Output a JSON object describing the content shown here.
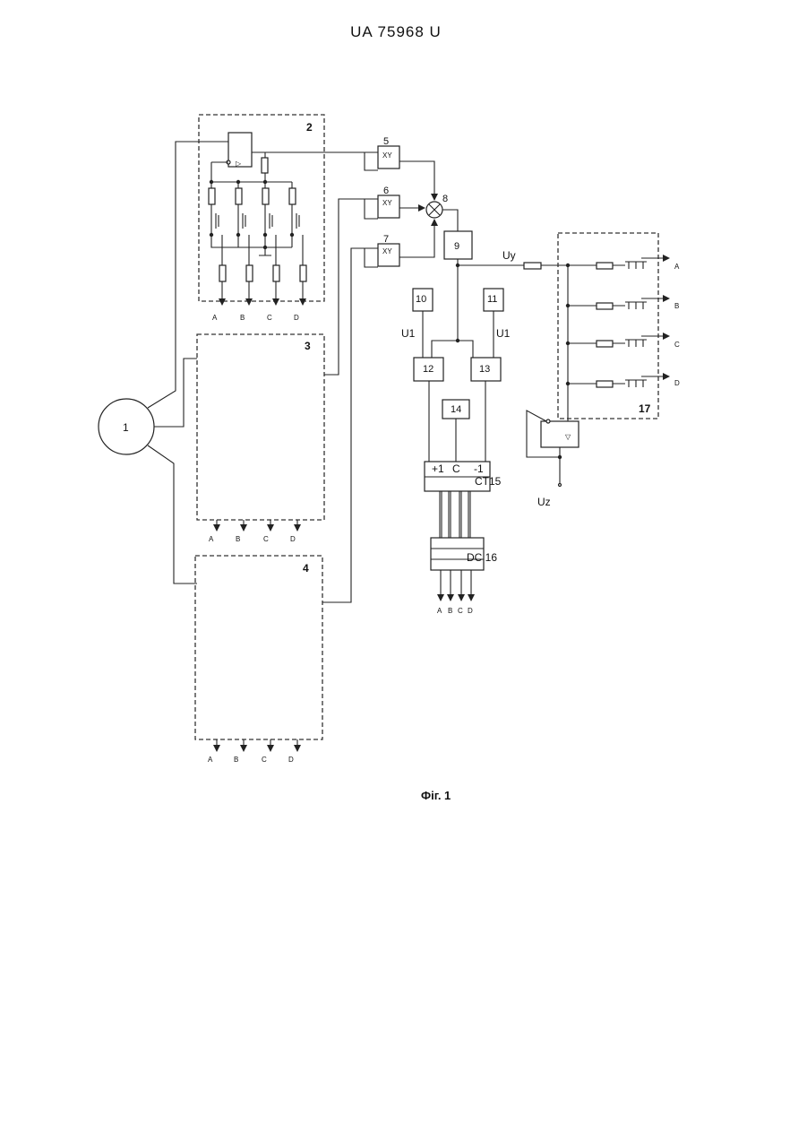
{
  "header": {
    "text": "UA 75968 U"
  },
  "figure": {
    "caption": "Фіг. 1",
    "blocks": {
      "b1": "1",
      "b2": "2",
      "b3": "3",
      "b4": "4",
      "b5": "5",
      "b6": "6",
      "b7": "7",
      "b8": "8",
      "b9": "9",
      "b10": "10",
      "b11": "11",
      "b12": "12",
      "b13": "13",
      "b14": "14",
      "b17": "17"
    },
    "mult_label": "XY",
    "ct": {
      "plus": "+1",
      "c": "C",
      "minus": "-1",
      "name": "CT15"
    },
    "dc": {
      "name": "DC 16"
    },
    "signals": {
      "uy": "Uy",
      "uz": "Uz",
      "u1_left": "U1",
      "u1_right": "U1"
    },
    "outputs": [
      "A",
      "B",
      "C",
      "D"
    ],
    "outputs_b3": [
      "A",
      "B",
      "C",
      "D"
    ],
    "outputs_b4": [
      "A",
      "B",
      "C",
      "D"
    ],
    "outputs_dc": [
      "A",
      "B",
      "C",
      "D"
    ],
    "outputs_b17": [
      "A",
      "B",
      "C",
      "D"
    ]
  }
}
